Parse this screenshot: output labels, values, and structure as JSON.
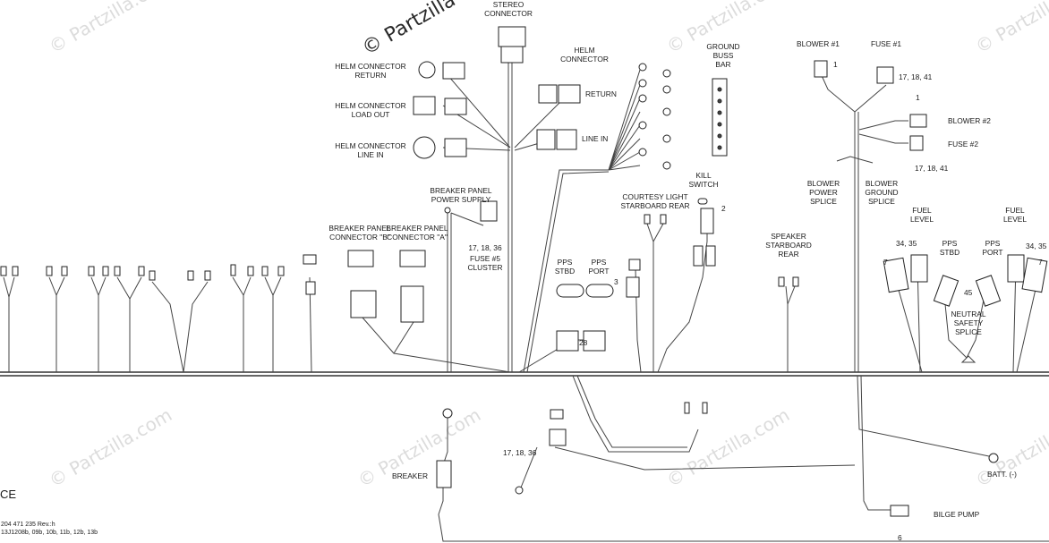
{
  "watermarks": {
    "brand": "© Partzilla.com",
    "highlight": "© Partzilla"
  },
  "labels": {
    "stereo_connector": [
      "STEREO",
      "CONNECTOR"
    ],
    "helm_connector_return": [
      "HELM CONNECTOR",
      "RETURN"
    ],
    "helm_connector_load_out": [
      "HELM CONNECTOR",
      "LOAD OUT"
    ],
    "helm_connector_line_in": [
      "HELM CONNECTOR",
      "LINE IN"
    ],
    "helm_connector": [
      "HELM",
      "CONNECTOR"
    ],
    "return": "RETURN",
    "line_in": "LINE IN",
    "ground_buss_bar": [
      "GROUND",
      "BUSS",
      "BAR"
    ],
    "blower_1": "BLOWER #1",
    "fuse_1": "FUSE #1",
    "blower_2": "BLOWER #2",
    "fuse_2": "FUSE #2",
    "breaker_panel_power_supply": [
      "BREAKER PANEL",
      "POWER SUPPLY"
    ],
    "fuse_5_cluster": [
      "17, 18, 36",
      "FUSE #5",
      "CLUSTER"
    ],
    "breaker_panel_b": [
      "BREAKER PANEL",
      "CONNECTOR \"B\""
    ],
    "breaker_panel_a": [
      "BREAKER PANEL",
      "CONNECTOR \"A\""
    ],
    "courtesy_light": [
      "COURTESY LIGHT",
      "STARBOARD REAR"
    ],
    "kill_switch": [
      "KILL",
      "SWITCH"
    ],
    "blower_power_splice": [
      "BLOWER",
      "POWER",
      "SPLICE"
    ],
    "blower_ground_splice": [
      "BLOWER",
      "GROUND",
      "SPLICE"
    ],
    "speaker_starboard_rear": [
      "SPEAKER",
      "STARBOARD",
      "REAR"
    ],
    "fuel_level_left": [
      "FUEL",
      "LEVEL"
    ],
    "fuel_level_right": [
      "FUEL",
      "LEVEL"
    ],
    "pps_stbd_upper": [
      "PPS",
      "STBD"
    ],
    "pps_port_upper": [
      "PPS",
      "PORT"
    ],
    "pps_stbd_mid": [
      "PPS",
      "STBD"
    ],
    "pps_port_mid": [
      "PPS",
      "PORT"
    ],
    "neutral_safety_splice": [
      "NEUTRAL",
      "SAFETY",
      "SPLICE"
    ],
    "breaker": "BREAKER",
    "batt_neg": "BATT. (-)",
    "bilge_pump": "BILGE PUMP"
  },
  "callouts": {
    "c1_blower1": "1",
    "c1_blower2": "1",
    "c2_kill": "2",
    "c3": "3",
    "c6": "6",
    "c7_left": "7",
    "c7_right": "7",
    "c17_fuse1": "17, 18, 41",
    "c17_fuse2": "17, 18, 41",
    "c17_lower": "17, 18, 36",
    "c28": "28",
    "c34_left": "34, 35",
    "c34_right": "34, 35",
    "c45": "45"
  },
  "footer": {
    "ce": "CE",
    "doc_number": "204 471 235 Rev.:h",
    "models": "13J1208b, 09b, 10b, 11b, 12b, 13b"
  }
}
